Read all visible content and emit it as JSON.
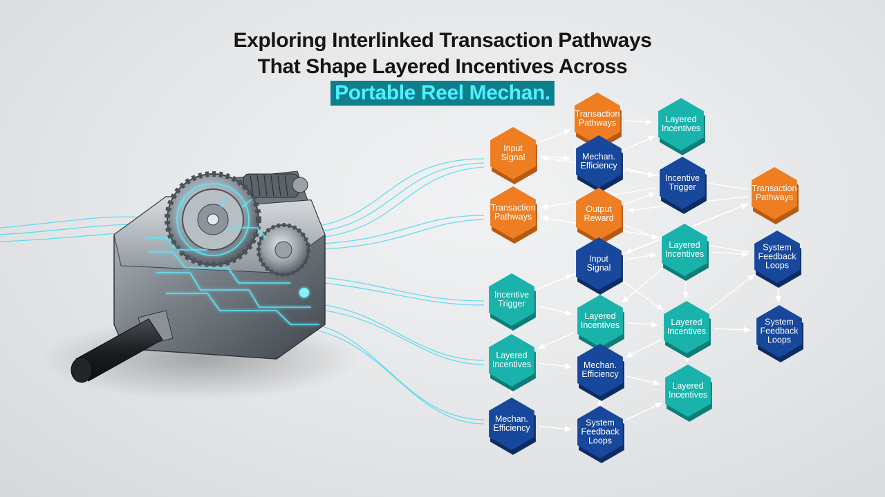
{
  "title": {
    "line1": "Exploring Interlinked Transaction Pathways",
    "line2": "That Shape Layered Incentives Across",
    "highlight": "Portable Reel Mechan."
  },
  "colors": {
    "orange": "#ef7d22",
    "teal": "#19b3ac",
    "blue": "#17489c",
    "highlight_bg": "#0f7f8c",
    "highlight_text": "#4ff0ff",
    "glow": "#4fd8f0"
  },
  "nodes": [
    {
      "id": "n1",
      "lines": [
        "Transaction",
        "Pathways"
      ],
      "color": "orange"
    },
    {
      "id": "n2",
      "lines": [
        "Layered",
        "Incentives"
      ],
      "color": "teal"
    },
    {
      "id": "n3",
      "lines": [
        "Input",
        "Signal"
      ],
      "color": "orange"
    },
    {
      "id": "n4",
      "lines": [
        "Mechan.",
        "Efficiency"
      ],
      "color": "blue"
    },
    {
      "id": "n5",
      "lines": [
        "Incentive",
        "Trigger"
      ],
      "color": "blue"
    },
    {
      "id": "n6",
      "lines": [
        "Transaction",
        "Pathways"
      ],
      "color": "orange"
    },
    {
      "id": "n7",
      "lines": [
        "Transaction",
        "Pathways"
      ],
      "color": "orange"
    },
    {
      "id": "n8",
      "lines": [
        "Output",
        "Reward"
      ],
      "color": "orange"
    },
    {
      "id": "n9",
      "lines": [
        "Layered",
        "Incentives"
      ],
      "color": "teal"
    },
    {
      "id": "n10",
      "lines": [
        "System",
        "Feedback",
        "Loops"
      ],
      "color": "blue"
    },
    {
      "id": "n11",
      "lines": [
        "Input",
        "Signal"
      ],
      "color": "blue"
    },
    {
      "id": "n12",
      "lines": [
        "Incentive",
        "Trigger"
      ],
      "color": "teal"
    },
    {
      "id": "n13",
      "lines": [
        "Layered",
        "Incentives"
      ],
      "color": "teal"
    },
    {
      "id": "n14",
      "lines": [
        "Layered",
        "Incentives"
      ],
      "color": "teal"
    },
    {
      "id": "n15",
      "lines": [
        "System",
        "Feedback",
        "Loops"
      ],
      "color": "blue"
    },
    {
      "id": "n16",
      "lines": [
        "Layered",
        "Incentives"
      ],
      "color": "teal"
    },
    {
      "id": "n17",
      "lines": [
        "Mechan.",
        "Efficiency"
      ],
      "color": "blue"
    },
    {
      "id": "n18",
      "lines": [
        "Layered",
        "Incentives"
      ],
      "color": "teal"
    },
    {
      "id": "n19",
      "lines": [
        "Mechan.",
        "Efficiency"
      ],
      "color": "blue"
    },
    {
      "id": "n20",
      "lines": [
        "System",
        "Feedback",
        "Loops"
      ],
      "color": "blue"
    }
  ],
  "edges": [
    [
      "n1",
      "n2"
    ],
    [
      "n2",
      "n5"
    ],
    [
      "n3",
      "n1"
    ],
    [
      "n3",
      "n4"
    ],
    [
      "n4",
      "n1"
    ],
    [
      "n4",
      "n2"
    ],
    [
      "n4",
      "n5"
    ],
    [
      "n6",
      "n3"
    ],
    [
      "n4",
      "n8"
    ],
    [
      "n6",
      "n8"
    ],
    [
      "n8",
      "n5"
    ],
    [
      "n5",
      "n7"
    ],
    [
      "n8",
      "n9"
    ],
    [
      "n6",
      "n11"
    ],
    [
      "n12",
      "n6"
    ],
    [
      "n11",
      "n9"
    ],
    [
      "n9",
      "n10"
    ],
    [
      "n10",
      "n7"
    ],
    [
      "n12",
      "n11"
    ],
    [
      "n11",
      "n14"
    ],
    [
      "n9",
      "n13"
    ],
    [
      "n9",
      "n14"
    ],
    [
      "n12",
      "n13"
    ],
    [
      "n13",
      "n14"
    ],
    [
      "n14",
      "n10"
    ],
    [
      "n14",
      "n15"
    ],
    [
      "n10",
      "n15"
    ],
    [
      "n13",
      "n16"
    ],
    [
      "n16",
      "n17"
    ],
    [
      "n17",
      "n13"
    ],
    [
      "n14",
      "n17"
    ],
    [
      "n14",
      "n18"
    ],
    [
      "n17",
      "n18"
    ],
    [
      "n16",
      "n19"
    ],
    [
      "n19",
      "n20"
    ],
    [
      "n20",
      "n17"
    ],
    [
      "n20",
      "n18"
    ]
  ]
}
